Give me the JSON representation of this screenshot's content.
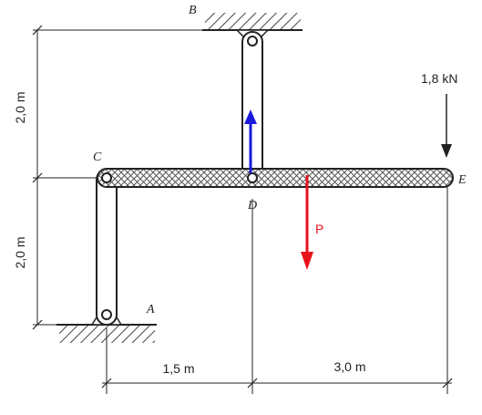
{
  "diagram": {
    "points": {
      "a": "A",
      "b": "B",
      "c": "C",
      "d": "D",
      "e": "E"
    },
    "load_label": "1,8 kN",
    "force_label": "P",
    "dims": {
      "top_vertical": "2,0 m",
      "bottom_vertical": "2,0 m",
      "cd": "1,5 m",
      "de": "3,0 m"
    },
    "colors": {
      "structure": "#222222",
      "force_p": "#e8121b",
      "reaction_arrow": "#1a1adb",
      "beam_hatch": "#555555",
      "ground_hatch": "#444444"
    }
  }
}
